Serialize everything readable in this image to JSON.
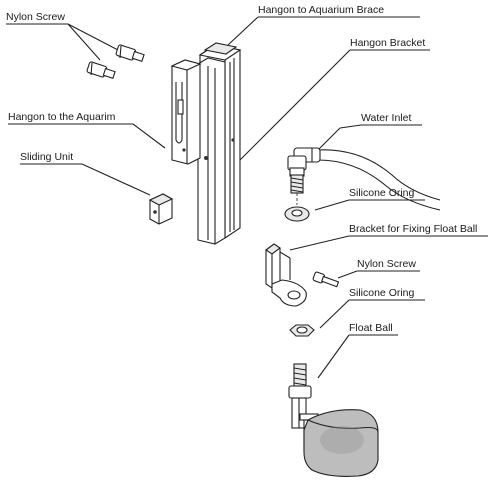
{
  "labels": {
    "nylon_screw_top": "Nylon Screw",
    "hangon_brace": "Hangon to Aquarium Brace",
    "hangon_bracket": "Hangon Bracket",
    "hangon_aquarium": "Hangon to the Aquarim",
    "water_inlet": "Water Inlet",
    "sliding_unit": "Sliding Unit",
    "silicone_oring_1": "Silicone Oring",
    "bracket_float_ball": "Bracket for Fixing Float Ball",
    "nylon_screw_2": "Nylon Screw",
    "silicone_oring_2": "Silicone Oring",
    "float_ball": "Float Ball"
  }
}
